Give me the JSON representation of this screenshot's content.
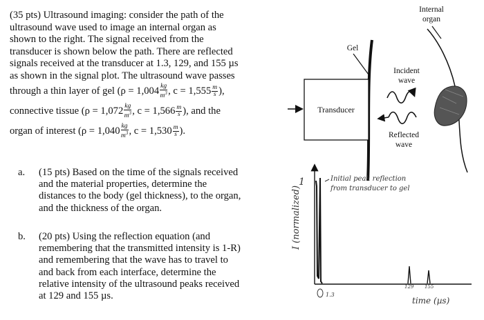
{
  "problem": {
    "line1": "(35 pts) Ultrasound imaging: consider the path of the",
    "line2": "ultrasound wave used to image an internal organ as",
    "line3": "shown to the right. The signal received from the",
    "line4": "transducer is shown below the path. There are reflected",
    "line5": "signals received at the transducer at 1.3, 129, and 155 µs",
    "line6": "as shown in the signal plot. The ultrasound wave passes",
    "gel_prefix": "through a thin layer of gel (ρ = 1,004",
    "gel_mid": ", c = 1,555",
    "gel_suffix": "),",
    "ct_prefix": "connective tissue (ρ = 1,072",
    "ct_mid": ", c = 1,566",
    "ct_suffix": "), and the",
    "org_prefix": "organ of interest (ρ = 1,040",
    "org_mid": ", c = 1,530",
    "org_suffix": ").",
    "density_num": "kg",
    "density_den": "m",
    "density_exp": "3",
    "speed_num": "m",
    "speed_den": "s"
  },
  "parts": [
    {
      "label": "a.",
      "lines": [
        "(15 pts) Based on the time of the signals received",
        "and the material properties, determine the",
        "distances to the body (gel thickness), to the organ,",
        "and the thickness of the organ."
      ]
    },
    {
      "label": "b.",
      "lines": [
        "(20 pts) Using the reflection equation (and",
        "remembering that the transmitted intensity is 1-R)",
        "and remembering that the wave has to travel to",
        "and back from each interface, determine the",
        "relative intensity of the ultrasound peaks received",
        "at 129 and 155 µs."
      ]
    }
  ],
  "diagram": {
    "internal": "Internal",
    "organ": "organ",
    "gel": "Gel",
    "transducer": "Transducer",
    "incident": "Incident",
    "wave": "wave",
    "reflected": "Reflected",
    "wave2": "wave"
  },
  "plot": {
    "ylabel": "I (normalized)",
    "one_label": "1",
    "annotation_line1": "Initial peak reflection",
    "annotation_line2": "from transducer to gel",
    "tick_13": "1.3",
    "tick_129": "129",
    "tick_155": "155",
    "xlabel": "time (µs)"
  }
}
